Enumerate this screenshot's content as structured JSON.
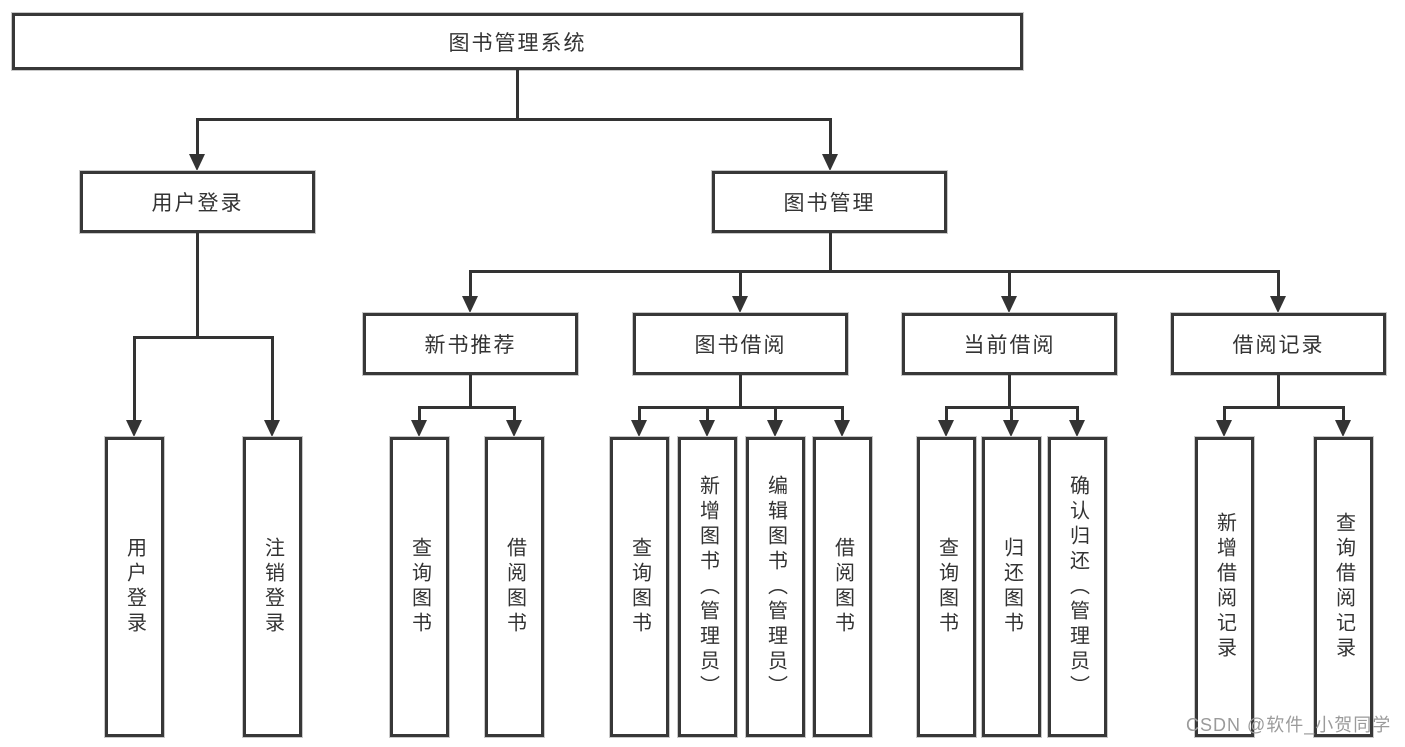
{
  "diagram": {
    "root": {
      "label": "图书管理系统"
    },
    "level2": [
      {
        "label": "用户登录"
      },
      {
        "label": "图书管理"
      }
    ],
    "level3": [
      {
        "label": "新书推荐"
      },
      {
        "label": "图书借阅"
      },
      {
        "label": "当前借阅"
      },
      {
        "label": "借阅记录"
      }
    ],
    "leaf_groups": [
      {
        "parent": "用户登录",
        "items": [
          "用户登录",
          "注销登录"
        ]
      },
      {
        "parent": "新书推荐",
        "items": [
          "查询图书",
          "借阅图书"
        ]
      },
      {
        "parent": "图书借阅",
        "items": [
          "查询图书",
          "新增图书（管理员）",
          "编辑图书（管理员）",
          "借阅图书"
        ]
      },
      {
        "parent": "当前借阅",
        "items": [
          "查询图书",
          "归还图书",
          "确认归还（管理员）"
        ]
      },
      {
        "parent": "借阅记录",
        "items": [
          "新增借阅记录",
          "查询借阅记录"
        ]
      }
    ],
    "watermark": "CSDN @软件_小贺同学",
    "colors": {
      "line": "#333333",
      "border": "#383838",
      "text": "#333333",
      "watermark": "#9b9b9b",
      "background": "#ffffff"
    }
  }
}
